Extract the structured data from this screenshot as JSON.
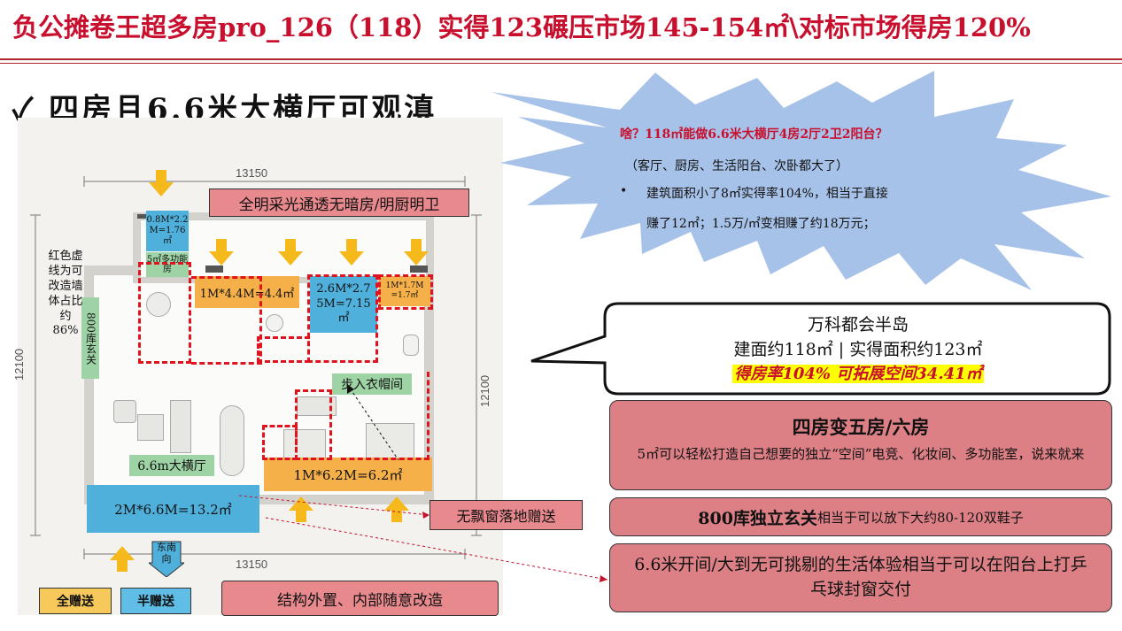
{
  "header": {
    "title": "负公摊卷王超多房pro_126（118）实得123碾压市场145-154㎡\\对标市场得房120%"
  },
  "subtitle": "✓ 四房且6.6米大横厅可观滇",
  "plan": {
    "dim_top": "13150",
    "dim_bottom": "13150",
    "dim_left": "12100",
    "dim_right": "12100",
    "red_line_note": "红色虚线为可改造墙体占比约86%",
    "zone_utility": "0.8M*2.2 M=1.76㎡",
    "zone_multi": "5㎡多功能房",
    "zone_top1": "1M*4.4M=4.4㎡",
    "zone_top_blue": "2.6M*2.7 5M=7.15㎡",
    "zone_top_right": "1M*1.7M =1.7㎡",
    "zone_entry": "800库玄关",
    "zone_walkin": "步入衣帽间",
    "zone_hall": "6.6m大横厅",
    "zone_balcony": "1M*6.2M=6.2㎡",
    "zone_bottom_blue": "2M*6.6M=13.2㎡",
    "compass": "东南向"
  },
  "labels": {
    "bright": "全明采光通透无暗房/明厨明卫",
    "window": "无飘窗落地赠送",
    "structure": "结构外置、内部随意改造"
  },
  "legend": {
    "full": "全赠送",
    "half": "半赠送"
  },
  "burst": {
    "line1": "啥？118㎡能做6.6米大横厅4房2厅2卫2阳台？",
    "line2": "（客厅、厨房、生活阳台、次卧都大了）",
    "bullet": "•",
    "line3": "建筑面积小了8㎡实得率104%，相当于直接",
    "line4": "赚了12㎡；1.5万/㎡变相赚了约18万元；"
  },
  "speech": {
    "title": "万科都会半岛",
    "line2": "建面约118㎡ | 实得面积约123㎡",
    "line3": "得房率104% 可拓展空间34.41㎡"
  },
  "boxes": {
    "b1_title": "四房变五房/六房",
    "b1_body": "5㎡可以轻松打造自己想要的独立“空间”电竞、化妆间、多功能室，说来就来",
    "b2_strong": "800库独立玄关",
    "b2_rest": "相当于可以放下大约80-120双鞋子",
    "b3_body": "6.6米开间/大到无可挑剔的生活体验相当于可以在阳台上打乒乓球封窗交付"
  },
  "colors": {
    "title_red": "#c8102e",
    "arrow_yellow": "#f6b91b",
    "dash_red": "#e0141e",
    "burst_blue": "#a7c2e8",
    "box_pink": "#dd8086",
    "zone_orange": "#f5b04a",
    "zone_blue": "#4fb0dc",
    "zone_green": "#9ed4a5",
    "highlight_yellow": "#ffff00"
  }
}
